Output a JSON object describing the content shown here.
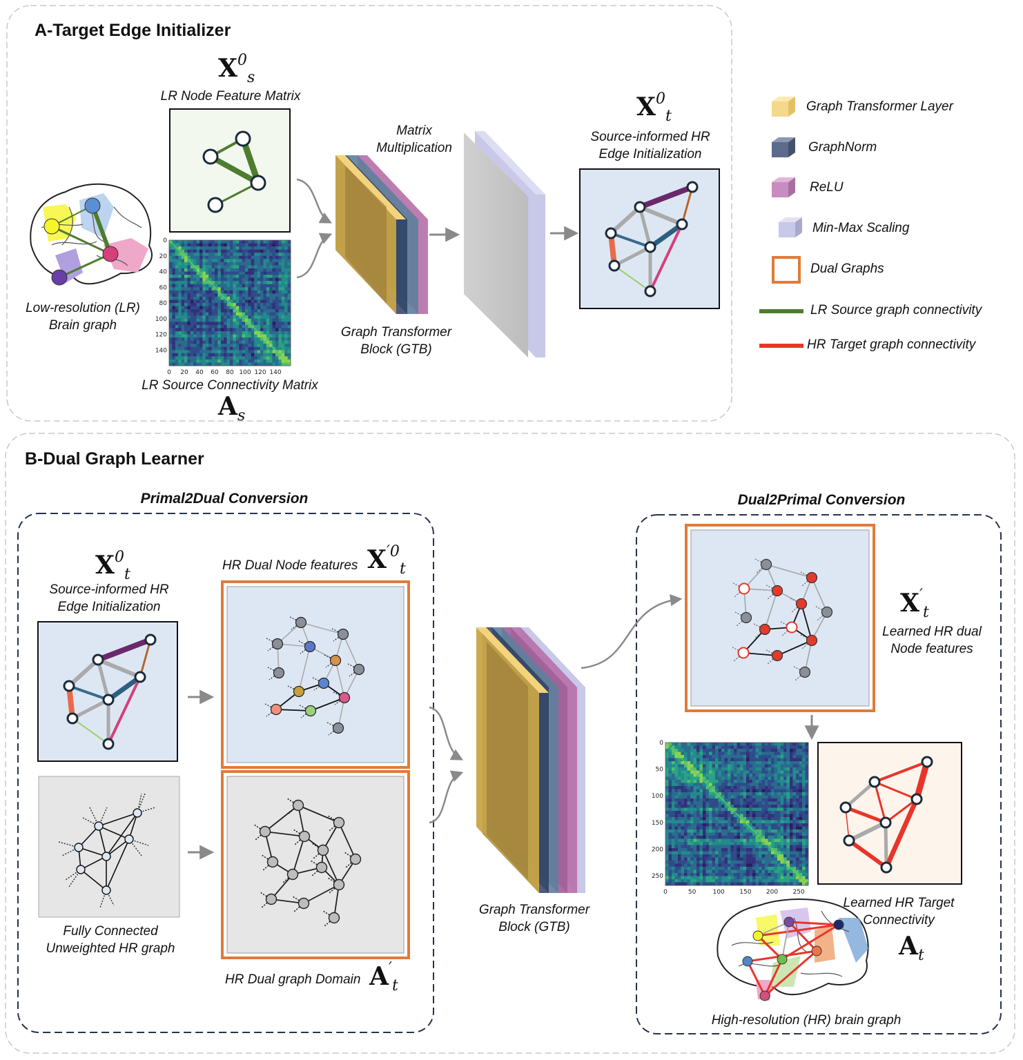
{
  "section_a": {
    "title": "A-Target Edge Initializer",
    "xs_math": {
      "base": "X",
      "sub": "s",
      "sup": "0"
    },
    "lr_node_feature_label": "LR Node Feature Matrix",
    "lr_brain_label": [
      "Low-resolution (LR)",
      "Brain graph"
    ],
    "lr_connectivity_label": "LR Source Connectivity Matrix",
    "as_math": {
      "base": "A",
      "sub": "s"
    },
    "matrix_mult_label": [
      "Matrix",
      "Multiplication"
    ],
    "gtb_label": [
      "Graph Transformer",
      "Block (GTB)"
    ],
    "xt_math": {
      "base": "X",
      "sub": "t",
      "sup": "0"
    },
    "hr_init_label": [
      "Source-informed HR",
      "Edge Initialization"
    ],
    "lr_matrix_ticks": [
      "0",
      "20",
      "40",
      "60",
      "80",
      "100",
      "120",
      "140"
    ]
  },
  "legend": {
    "items": [
      {
        "label": "Graph Transformer Layer",
        "color": "#f6d88a",
        "kind": "cube"
      },
      {
        "label": "GraphNorm",
        "color": "#5d6b8c",
        "kind": "cube"
      },
      {
        "label": "ReLU",
        "color": "#c98cc0",
        "kind": "cube"
      },
      {
        "label": "Min-Max Scaling",
        "color": "#c8c8e8",
        "kind": "cube"
      },
      {
        "label": "Dual Graphs",
        "color": "#e07b39",
        "kind": "box"
      },
      {
        "label": "LR Source graph connectivity",
        "color": "#4e7d2e",
        "kind": "line"
      },
      {
        "label": "HR Target graph connectivity",
        "color": "#e8352a",
        "kind": "line"
      }
    ]
  },
  "section_b": {
    "title": "B-Dual Graph Learner",
    "primal2dual_title": "Primal2Dual Conversion",
    "dual2primal_title": "Dual2Primal Conversion",
    "xt_math": {
      "base": "X",
      "sub": "t",
      "sup": "0"
    },
    "hr_init_label": [
      "Source-informed HR",
      "Edge Initialization"
    ],
    "dual_node_features_label": "HR Dual Node features",
    "dual_node_math": {
      "base": "X",
      "sub": "t",
      "sup": "′0"
    },
    "fully_connected_label": [
      "Fully Connected",
      "Unweighted HR graph"
    ],
    "dual_domain_label": "HR Dual graph Domain",
    "dual_domain_math": {
      "base": "A",
      "sub": "t",
      "sup": "′"
    },
    "gtb_label": [
      "Graph Transformer",
      "Block (GTB)"
    ],
    "learned_dual_math": {
      "base": "X",
      "sub": "t",
      "sup": "′"
    },
    "learned_dual_label": [
      "Learned HR dual",
      "Node features"
    ],
    "learned_target_label": [
      "Learned  HR Target",
      "Connectivity"
    ],
    "at_math": {
      "base": "A",
      "sub": "t"
    },
    "hr_brain_label": "High-resolution (HR) brain graph",
    "hr_matrix_ticks": [
      "0",
      "50",
      "100",
      "150",
      "200",
      "250"
    ]
  }
}
